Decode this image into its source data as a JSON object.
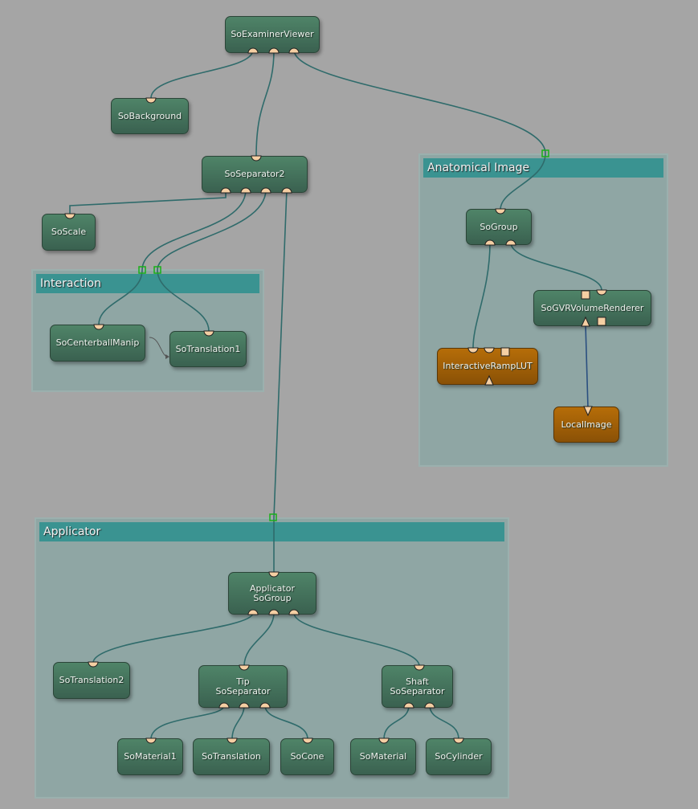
{
  "groups": {
    "anatomical": "Anatomical Image",
    "interaction": "Interaction",
    "applicator": "Applicator"
  },
  "nodes": {
    "examiner_viewer": "SoExaminerViewer",
    "background": "SoBackground",
    "separator2": "SoSeparator2",
    "scale": "SoScale",
    "centerball_manip": "SoCenterballManip",
    "translation1": "SoTranslation1",
    "group": "SoGroup",
    "gvr_volume_renderer": "SoGVRVolumeRenderer",
    "interactive_ramp_lut": "InteractiveRampLUT",
    "local_image": "LocalImage",
    "applicator_group_line1": "Applicator",
    "applicator_group_line2": "SoGroup",
    "translation2": "SoTranslation2",
    "tip_sep_line1": "Tip",
    "tip_sep_line2": "SoSeparator",
    "shaft_sep_line1": "Shaft",
    "shaft_sep_line2": "SoSeparator",
    "material1": "SoMaterial1",
    "translation": "SoTranslation",
    "cone": "SoCone",
    "material": "SoMaterial",
    "cylinder": "SoCylinder"
  },
  "colors": {
    "background": "#a5a5a5",
    "group_fill": "#8fa6a4",
    "group_header": "#3a9391",
    "node_green": "#43705b",
    "node_orange": "#a0600a",
    "wire": "#2f6b6b",
    "image_wire": "#2a4f80",
    "port": "#f5cfa3",
    "group_port": "#18b018"
  }
}
